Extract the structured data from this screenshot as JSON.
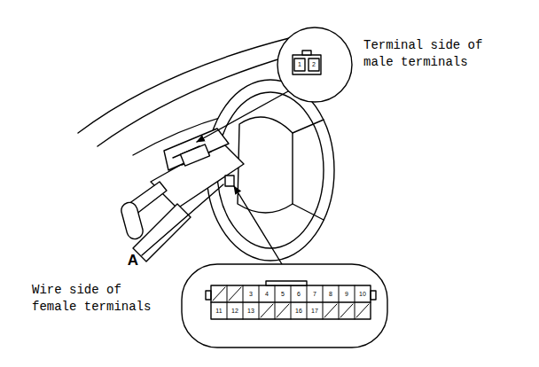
{
  "diagram": {
    "labels": [
      "Terminal side of male terminals",
      "1",
      "2",
      "A",
      "Wire side of female terminals",
      "3",
      "4",
      "5",
      "6",
      "7",
      "8",
      "9",
      "10",
      "11",
      "12",
      "13",
      "16",
      "17"
    ]
  }
}
